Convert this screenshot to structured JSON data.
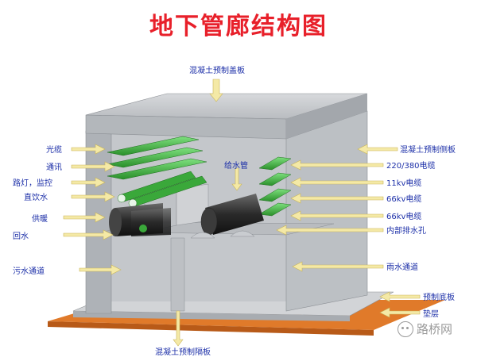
{
  "title": "地下管廊结构图",
  "labels": {
    "cover": "混凝土预制盖板",
    "bottom_partition": "混凝土预制隔板",
    "left": {
      "optical": "光缆",
      "comms": "通讯",
      "lighting": "路灯，监控",
      "drinking": "直饮水",
      "heating": "供暖",
      "return_water": "回水",
      "sewage": "污水通道"
    },
    "center": {
      "water_supply": "给水管"
    },
    "right": {
      "side_panel": "混凝土预制侧板",
      "cable_220": "220/380电缆",
      "cable_11kv": "11kv电缆",
      "cable_66kv_a": "66kv电缆",
      "cable_66kv_b": "66kv电缆",
      "drain_hole": "内部排水孔",
      "rain": "雨水通道",
      "base_plate": "预制底板",
      "cushion": "垫层"
    }
  },
  "watermark": "路桥网",
  "colors": {
    "title": "#e8202a",
    "label": "#1c2fa8",
    "arrow": "#f4e9a6",
    "concrete": "#c9ccd0",
    "concrete_dark": "#9ea2a7",
    "tray": "#3fbf3f",
    "pipe_green": "#3aa83a",
    "cushion": "#e07a2a"
  }
}
